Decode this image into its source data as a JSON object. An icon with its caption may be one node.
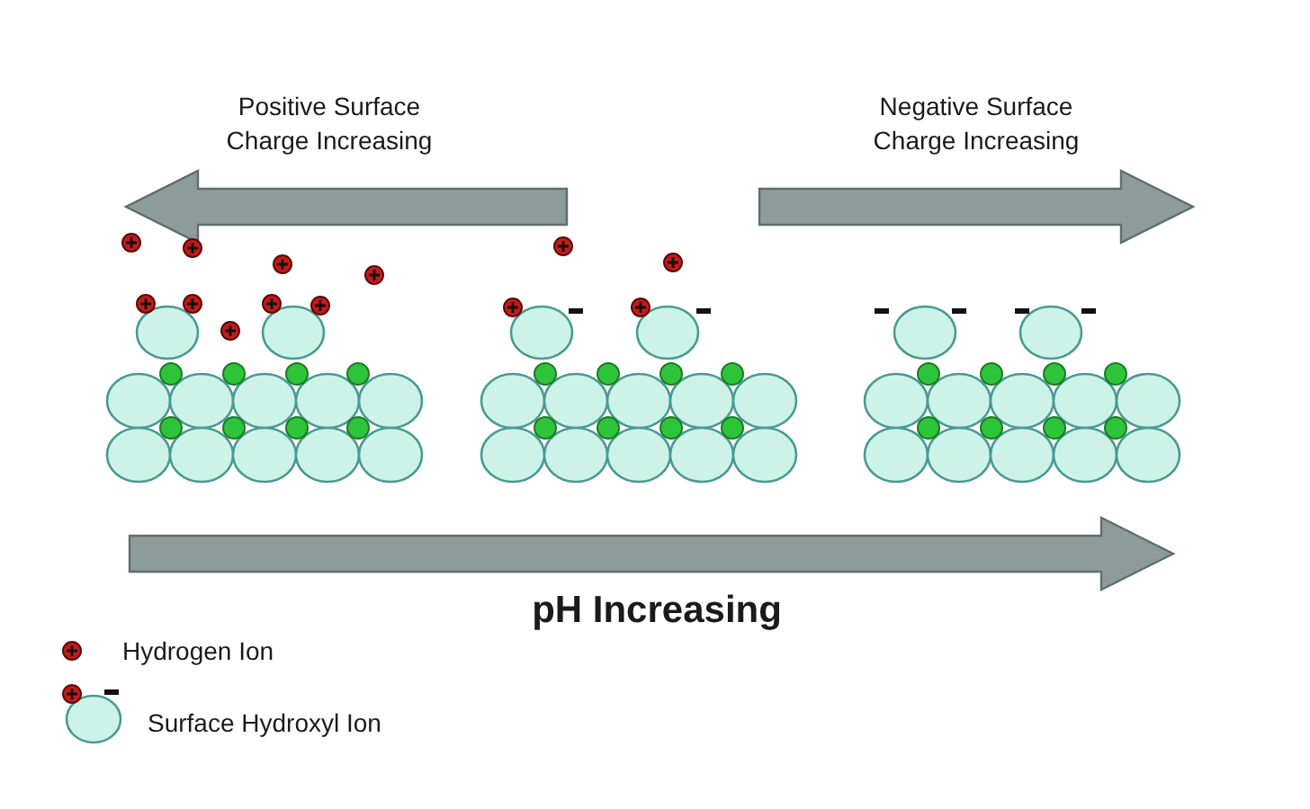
{
  "diagram": {
    "labels": [
      "Positive Surface Charge Increasing",
      "Negative Surface Charge Increasing",
      "pH Increasing"
    ],
    "legend": [
      {
        "text": "Hydrogen Ion"
      },
      {
        "text": "Surface Hydroxyl Ion"
      }
    ]
  }
}
